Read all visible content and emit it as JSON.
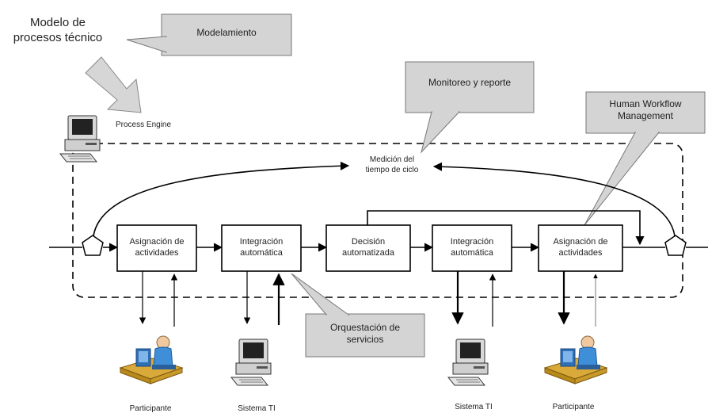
{
  "intro_label": [
    "Modelo de",
    "procesos técnico"
  ],
  "callouts": {
    "modelamiento": "Modelamiento",
    "monitoreo": "Monitoreo y reporte",
    "human": [
      "Human Workflow",
      "Management"
    ],
    "orquestacion": [
      "Orquestación de",
      "servicios"
    ]
  },
  "engine_label": "Process Engine",
  "cycle_label": [
    "Medición del",
    "tiempo de ciclo"
  ],
  "steps": [
    [
      "Asignación de",
      "actividades"
    ],
    [
      "Integración",
      "automática"
    ],
    [
      "Decisión",
      "automatizada"
    ],
    [
      "Integración",
      "automática"
    ],
    [
      "Asignación de",
      "actividades"
    ]
  ],
  "actors": [
    "Participante",
    "Sistema TI",
    "Sistema TI",
    "Participante"
  ],
  "icons": [
    "computer-icon",
    "participant-icon",
    "start-event-icon",
    "end-event-icon"
  ],
  "colors": {
    "callout_fill": "#d4d4d4",
    "line": "#000000",
    "desk": "#d9a93a",
    "person": "#3f8fd8"
  }
}
